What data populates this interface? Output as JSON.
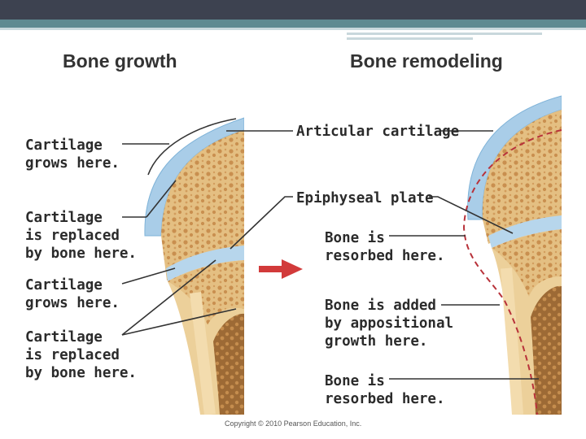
{
  "headings": {
    "left": "Bone growth",
    "right": "Bone remodeling"
  },
  "labels": {
    "cartilage_grows_1": "Cartilage\ngrows here.",
    "cartilage_replaced_1": "Cartilage\nis replaced\nby bone here.",
    "cartilage_grows_2": "Cartilage\ngrows here.",
    "cartilage_replaced_2": "Cartilage\nis replaced\nby bone here.",
    "articular_cartilage": "Articular cartilage",
    "epiphyseal_plate": "Epiphyseal plate",
    "bone_resorbed_1": "Bone is\nresorbed here.",
    "bone_added": "Bone is added\nby appositional\ngrowth here.",
    "bone_resorbed_2": "Bone is\nresorbed here."
  },
  "copyright": "Copyright © 2010 Pearson Education, Inc.",
  "colors": {
    "header_dark": "#3d4250",
    "header_teal": "#5f8a91",
    "cartilage_blue": "#a9cde8",
    "bone_tan": "#e9c98f",
    "spongy_bone": "#d9ad6c",
    "marrow": "#a8743c",
    "arrow_red": "#d23a3a",
    "dashed_red": "#b8323a"
  }
}
